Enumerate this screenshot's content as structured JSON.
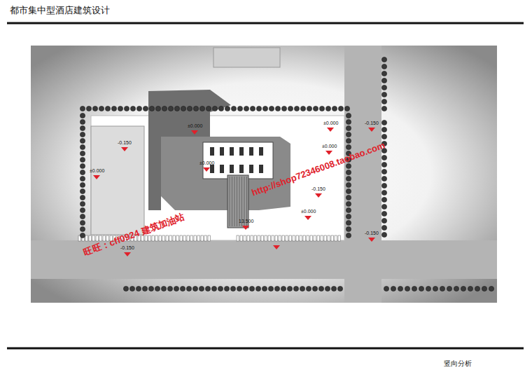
{
  "diagram": {
    "title": "都市集中型酒店建筑设计",
    "caption": "竖向分析",
    "labels": [
      "±0.000",
      "±0.000",
      "-0.150",
      "-0.150",
      "±0.000",
      "±0.000",
      "±0.000",
      "-0.150",
      "±0.000",
      "13.500",
      "-0.150",
      "-0.150",
      "旺旺：cff0924  建筑加油站",
      "http://shop72346008.taobao.com"
    ]
  }
}
